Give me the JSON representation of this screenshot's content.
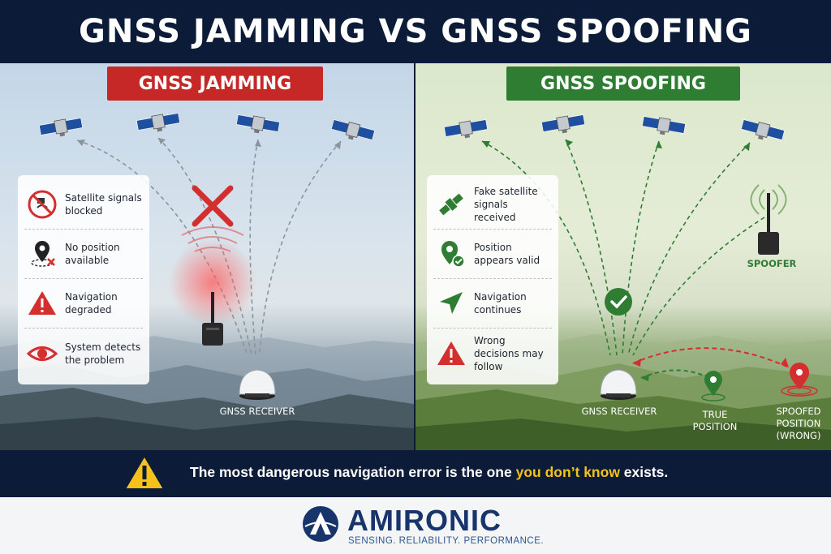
{
  "header": {
    "title": "GNSS JAMMING VS GNSS SPOOFING"
  },
  "colors": {
    "jam": "#c62828",
    "spoof": "#2e7d32",
    "navy": "#0c1c38",
    "highlight": "#f6c21a"
  },
  "jamming": {
    "title": "GNSS JAMMING",
    "items": [
      {
        "icon": "blocked-satellite-icon",
        "text": "Satellite signals blocked"
      },
      {
        "icon": "no-location-icon",
        "text": "No position available"
      },
      {
        "icon": "warning-icon",
        "text": "Navigation degraded"
      },
      {
        "icon": "eye-icon",
        "text": "System detects the problem"
      }
    ],
    "receiver_label": "GNSS RECEIVER"
  },
  "spoofing": {
    "title": "GNSS SPOOFING",
    "items": [
      {
        "icon": "satellite-icon",
        "text": "Fake satellite signals received"
      },
      {
        "icon": "valid-location-icon",
        "text": "Position appears valid"
      },
      {
        "icon": "navigation-arrow-icon",
        "text": "Navigation continues"
      },
      {
        "icon": "warning-icon",
        "text": "Wrong decisions may follow"
      }
    ],
    "spoofer_label": "SPOOFER",
    "receiver_label": "GNSS RECEIVER",
    "true_position_label": "TRUE POSITION",
    "spoofed_position_label": "SPOOFED POSITION (WRONG)"
  },
  "footer": {
    "message_start": "The most dangerous navigation error is the one ",
    "message_highlight": "you don’t know",
    "message_end": " exists."
  },
  "brand": {
    "name": "AMIRONIC",
    "tagline": "SENSING. RELIABILITY. PERFORMANCE."
  }
}
